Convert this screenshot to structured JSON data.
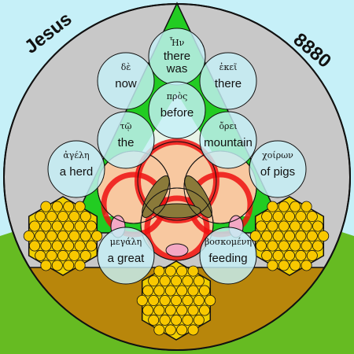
{
  "corner_labels": {
    "left": "Jesus",
    "right": "8880"
  },
  "words": [
    {
      "id": "there-was",
      "greek": "Ἦν",
      "english": [
        "there",
        "was"
      ]
    },
    {
      "id": "now",
      "greek": "δὲ",
      "english": [
        "now"
      ]
    },
    {
      "id": "there",
      "greek": "ἐκεῖ",
      "english": [
        "there"
      ]
    },
    {
      "id": "before",
      "greek": "πρὸς",
      "english": [
        "before"
      ]
    },
    {
      "id": "the",
      "greek": "τῷ",
      "english": [
        "the"
      ]
    },
    {
      "id": "mountain",
      "greek": "ὄρει",
      "english": [
        "mountain"
      ]
    },
    {
      "id": "a-herd",
      "greek": "ἀγέλη",
      "english": [
        "a herd"
      ]
    },
    {
      "id": "of-pigs",
      "greek": "χοίρων",
      "english": [
        "of pigs"
      ]
    },
    {
      "id": "a-great",
      "greek": "μεγάλη",
      "english": [
        "a great"
      ]
    },
    {
      "id": "feeding",
      "greek": "βοσκομένη",
      "english": [
        "feeding"
      ]
    }
  ],
  "colors": {
    "sky": "#c6f0f8",
    "ground": "#b8860b",
    "grass": "#66bb22",
    "disc": "#c8c8c8",
    "triangle": "#22cc22",
    "word_circle": "#c6f0f8",
    "hexagon": "#f0d000",
    "coin": "#f8c800",
    "motif_red": "#ee1111",
    "motif_peach": "#f8c8a0",
    "motif_olive": "#8a7a3a",
    "motif_pink": "#f4a8c4"
  }
}
